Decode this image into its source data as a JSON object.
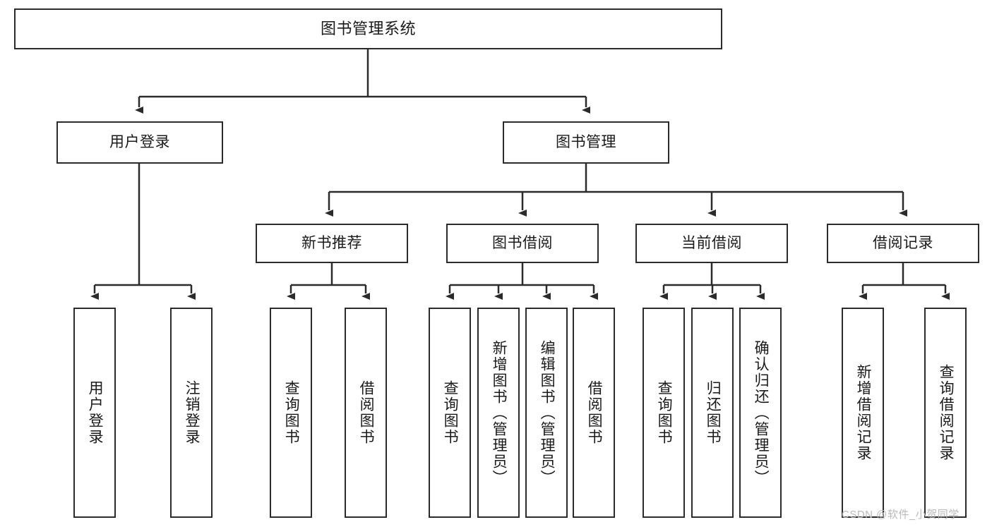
{
  "diagram": {
    "type": "tree-structure-chart",
    "title": "图书管理系统",
    "orientation": "top-down",
    "colors": {
      "box_border": "#2b2b2b",
      "box_fill": "#ffffff",
      "edge": "#2b2b2b",
      "text": "#1a1a1a",
      "watermark": "#b9b9b9"
    }
  },
  "nodes": {
    "root": {
      "label": "图书管理系统"
    },
    "level2": [
      {
        "id": "user-login",
        "label": "用户登录"
      },
      {
        "id": "book-management",
        "label": "图书管理"
      }
    ],
    "level3": [
      {
        "id": "new-book-recommend",
        "label": "新书推荐"
      },
      {
        "id": "book-borrow",
        "label": "图书借阅"
      },
      {
        "id": "current-borrow",
        "label": "当前借阅"
      },
      {
        "id": "borrow-record",
        "label": "借阅记录"
      }
    ],
    "leaves": {
      "user-login": [
        {
          "id": "leaf-user-login",
          "label": "用户登录"
        },
        {
          "id": "leaf-logout",
          "label": "注销登录"
        }
      ],
      "new-book-recommend": [
        {
          "id": "leaf-query-book-1",
          "label": "查询图书"
        },
        {
          "id": "leaf-borrow-book-1",
          "label": "借阅图书"
        }
      ],
      "book-borrow": [
        {
          "id": "leaf-query-book-2",
          "label": "查询图书"
        },
        {
          "id": "leaf-add-book",
          "label": "新增图书（管理员）"
        },
        {
          "id": "leaf-edit-book",
          "label": "编辑图书（管理员）"
        },
        {
          "id": "leaf-borrow-book-2",
          "label": "借阅图书"
        }
      ],
      "current-borrow": [
        {
          "id": "leaf-query-book-3",
          "label": "查询图书"
        },
        {
          "id": "leaf-return-book",
          "label": "归还图书"
        },
        {
          "id": "leaf-confirm-return",
          "label": "确认归还（管理员）"
        }
      ],
      "borrow-record": [
        {
          "id": "leaf-add-record",
          "label": "新增借阅记录"
        },
        {
          "id": "leaf-query-record",
          "label": "查询借阅记录"
        }
      ]
    }
  },
  "watermark": {
    "text": "CSDN @软件_小贺同学"
  }
}
